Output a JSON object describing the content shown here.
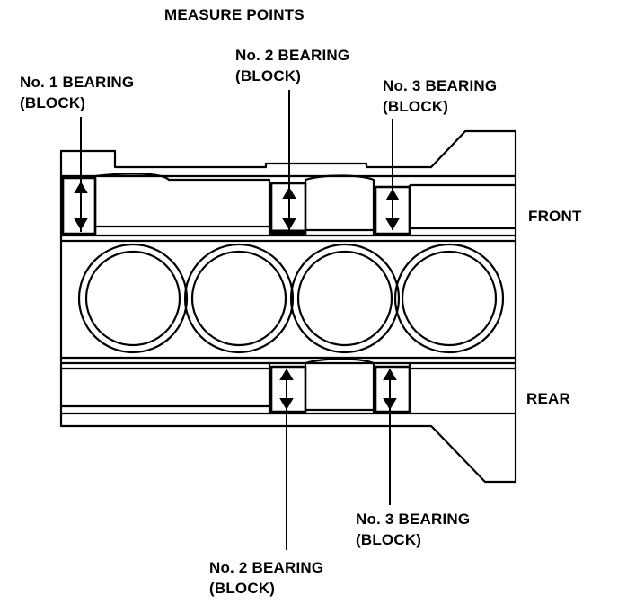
{
  "title": "MEASURE POINTS",
  "labels": {
    "front_side": "FRONT",
    "rear_side": "REAR",
    "front_no1": {
      "line1": "No. 1 BEARING",
      "line2": "(BLOCK)"
    },
    "front_no2": {
      "line1": "No. 2 BEARING",
      "line2": "(BLOCK)"
    },
    "front_no3": {
      "line1": "No. 3 BEARING",
      "line2": "(BLOCK)"
    },
    "rear_no2": {
      "line1": "No. 2 BEARING",
      "line2": "(BLOCK)"
    },
    "rear_no3": {
      "line1": "No. 3 BEARING",
      "line2": "(BLOCK)"
    }
  }
}
